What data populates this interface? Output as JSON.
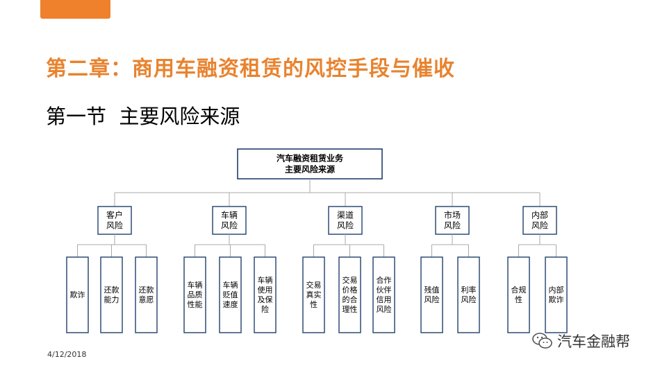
{
  "slide": {
    "chapter_title": "第二章：商用车融资租赁的风控手段与催收",
    "section_title": "第一节  主要风险来源",
    "date": "4/12/2018"
  },
  "diagram": {
    "root": [
      "汽车融资租赁业务",
      "主要风险来源"
    ],
    "categories": [
      {
        "label": [
          "客户",
          "风险"
        ],
        "children": [
          [
            "欺诈"
          ],
          [
            "还款",
            "能力"
          ],
          [
            "还款",
            "意愿"
          ]
        ]
      },
      {
        "label": [
          "车辆",
          "风险"
        ],
        "children": [
          [
            "车辆",
            "品质",
            "性能"
          ],
          [
            "车辆",
            "贬值",
            "速度"
          ],
          [
            "车辆",
            "使用",
            "及保",
            "险"
          ]
        ]
      },
      {
        "label": [
          "渠道",
          "风险"
        ],
        "children": [
          [
            "交易",
            "真实",
            "性"
          ],
          [
            "交易",
            "价格",
            "的合",
            "理性"
          ],
          [
            "合作",
            "伙伴",
            "信用",
            "风险"
          ]
        ]
      },
      {
        "label": [
          "市场",
          "风险"
        ],
        "children": [
          [
            "残值",
            "风险"
          ],
          [
            "利率",
            "风险"
          ]
        ]
      },
      {
        "label": [
          "内部",
          "风险"
        ],
        "children": [
          [
            "合规",
            "性"
          ],
          [
            "内部",
            "欺诈"
          ]
        ]
      }
    ]
  },
  "watermark": {
    "text": "汽车金融帮",
    "icon": "wechat-icon"
  },
  "colors": {
    "accent": "#f0812c",
    "title": "#e8832f",
    "box_border": "#1f3e6b",
    "connector": "#a8a8a8"
  }
}
